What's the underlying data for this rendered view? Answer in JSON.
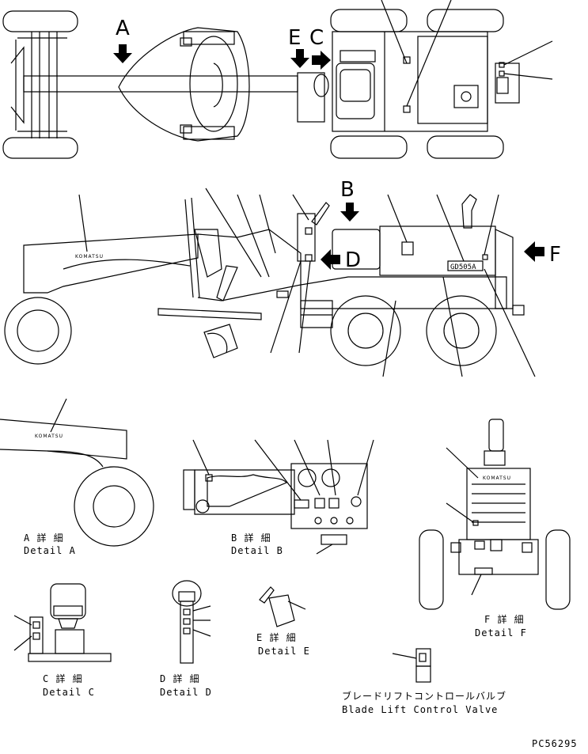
{
  "views": {
    "top_markers": {
      "a": "A",
      "e": "E",
      "c": "C"
    },
    "side_markers": {
      "b": "B",
      "d": "D",
      "f": "F"
    },
    "model_plate": "GD505A",
    "brand": "KOMATSU"
  },
  "details": {
    "a": {
      "jp": "A 詳 細",
      "en": "Detail A"
    },
    "b": {
      "jp": "B 詳 細",
      "en": "Detail B"
    },
    "c": {
      "jp": "C 詳 細",
      "en": "Detail C"
    },
    "d": {
      "jp": "D 詳 細",
      "en": "Detail D"
    },
    "e": {
      "jp": "E 詳 細",
      "en": "Detail E"
    },
    "f": {
      "jp": "F 詳 細",
      "en": "Detail F"
    },
    "valve": {
      "jp": "ブレードリフトコントロールバルブ",
      "en": "Blade Lift Control Valve"
    }
  },
  "drawing_number": "PC56295"
}
